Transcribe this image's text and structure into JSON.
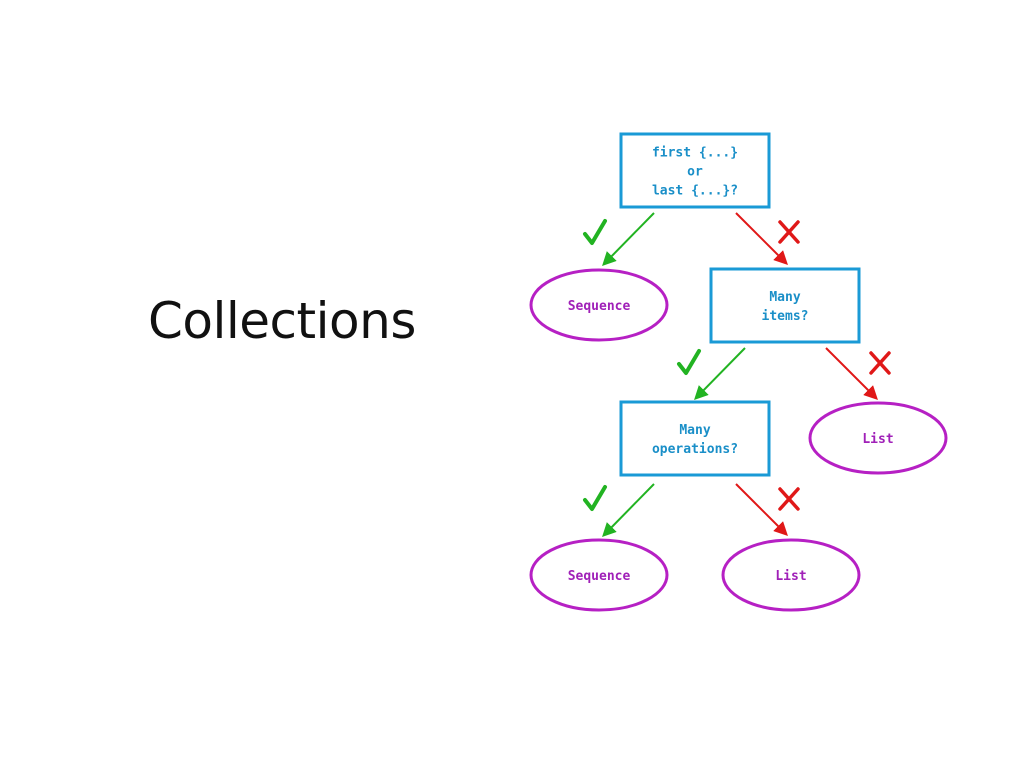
{
  "slide": {
    "title": "Collections"
  },
  "diagram": {
    "colors": {
      "question": "#1a9ad6",
      "leaf": "#b620c4",
      "yes": "#22b322",
      "no": "#e01818"
    },
    "questions": [
      {
        "id": "q1",
        "lines": [
          "first {...}",
          "or",
          "last {...}?"
        ]
      },
      {
        "id": "q2",
        "lines": [
          "Many",
          "items?"
        ]
      },
      {
        "id": "q3",
        "lines": [
          "Many",
          "operations?"
        ]
      }
    ],
    "leaves": [
      {
        "id": "l1",
        "label": "Sequence"
      },
      {
        "id": "l2",
        "label": "List"
      },
      {
        "id": "l3",
        "label": "Sequence"
      },
      {
        "id": "l4",
        "label": "List"
      }
    ],
    "edges": [
      {
        "from": "q1",
        "to": "l1",
        "answer": "yes",
        "mark_icon": "check-mark-icon"
      },
      {
        "from": "q1",
        "to": "q2",
        "answer": "no",
        "mark_icon": "cross-mark-icon"
      },
      {
        "from": "q2",
        "to": "q3",
        "answer": "yes",
        "mark_icon": "check-mark-icon"
      },
      {
        "from": "q2",
        "to": "l2",
        "answer": "no",
        "mark_icon": "cross-mark-icon"
      },
      {
        "from": "q3",
        "to": "l3",
        "answer": "yes",
        "mark_icon": "check-mark-icon"
      },
      {
        "from": "q3",
        "to": "l4",
        "answer": "no",
        "mark_icon": "cross-mark-icon"
      }
    ]
  }
}
